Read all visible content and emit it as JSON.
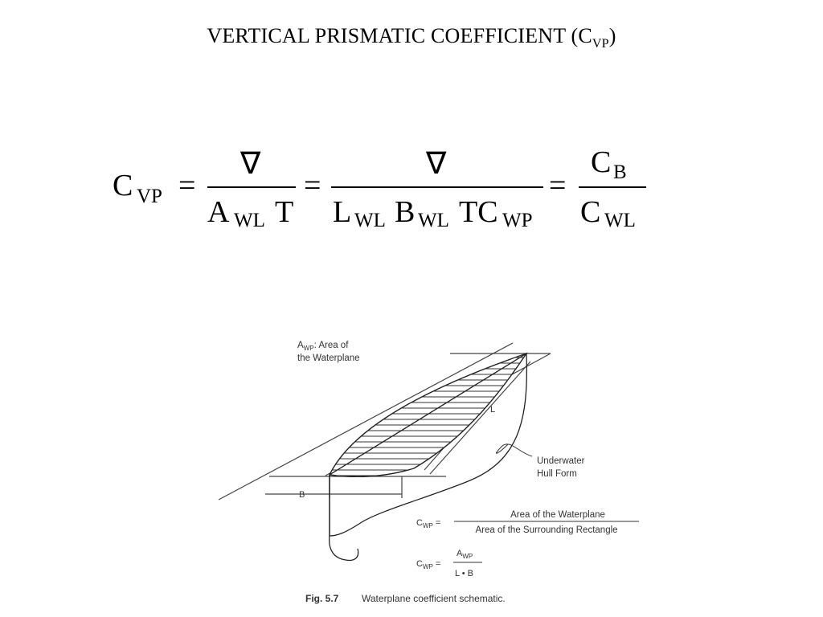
{
  "title": {
    "main": "VERTICAL PRISMATIC COEFFICIENT (C",
    "sub": "VP",
    "close": ")"
  },
  "formula": {
    "lhs_symbol": "C",
    "lhs_sub": "VP",
    "eq": "=",
    "f1_num": "∇",
    "f1_den_A": "A",
    "f1_den_A_sub": "WL",
    "f1_den_T": "T",
    "f2_num": "∇",
    "f2_den_L": "L",
    "f2_den_L_sub": "WL",
    "f2_den_B": "B",
    "f2_den_B_sub": "WL",
    "f2_den_TC": "TC",
    "f2_den_C_sub": "WP",
    "f3_num_C": "C",
    "f3_num_sub": "B",
    "f3_den_C": "C",
    "f3_den_sub": "WL"
  },
  "figure": {
    "awp_label_1": "A",
    "awp_label_sub": "WP",
    "awp_label_2": ": Area of",
    "awp_label_3": "the Waterplane",
    "L_label": "L",
    "B_label": "B",
    "hull_label_1": "Underwater",
    "hull_label_2": "Hull Form",
    "cwp1_lhs": "C",
    "cwp1_lhs_sub": "WP",
    "cwp1_eq": "=",
    "cwp1_num": "Area of the Waterplane",
    "cwp1_den": "Area of the Surrounding Rectangle",
    "cwp2_lhs": "C",
    "cwp2_lhs_sub": "WP",
    "cwp2_eq": "=",
    "cwp2_num": "A",
    "cwp2_num_sub": "WP",
    "cwp2_den": "L • B",
    "caption_label": "Fig. 5.7",
    "caption_text": "Waterplane coefficient schematic."
  }
}
